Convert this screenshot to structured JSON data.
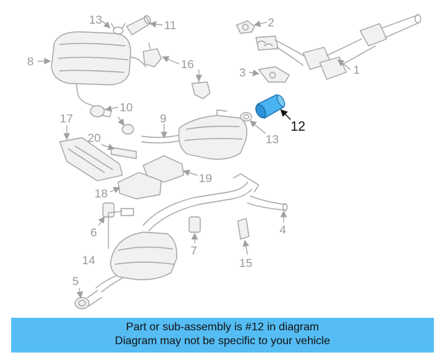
{
  "diagram": {
    "callouts": [
      {
        "id": "13a",
        "label": "13"
      },
      {
        "id": "11",
        "label": "11"
      },
      {
        "id": "2",
        "label": "2"
      },
      {
        "id": "8",
        "label": "8"
      },
      {
        "id": "16",
        "label": "16"
      },
      {
        "id": "3",
        "label": "3"
      },
      {
        "id": "1",
        "label": "1"
      },
      {
        "id": "10",
        "label": "10"
      },
      {
        "id": "9",
        "label": "9"
      },
      {
        "id": "12",
        "label": "12"
      },
      {
        "id": "13b",
        "label": "13"
      },
      {
        "id": "17",
        "label": "17"
      },
      {
        "id": "20",
        "label": "20"
      },
      {
        "id": "19",
        "label": "19"
      },
      {
        "id": "18",
        "label": "18"
      },
      {
        "id": "4",
        "label": "4"
      },
      {
        "id": "6",
        "label": "6"
      },
      {
        "id": "7",
        "label": "7"
      },
      {
        "id": "14",
        "label": "14"
      },
      {
        "id": "15",
        "label": "15"
      },
      {
        "id": "5",
        "label": "5"
      }
    ],
    "highlight_part": "12",
    "highlight_color": "#4ab4f2"
  },
  "banner": {
    "line1": "Part or sub-assembly is #12 in diagram",
    "line2": "Diagram may not be specific to your vehicle",
    "background": "#55bdf4"
  }
}
